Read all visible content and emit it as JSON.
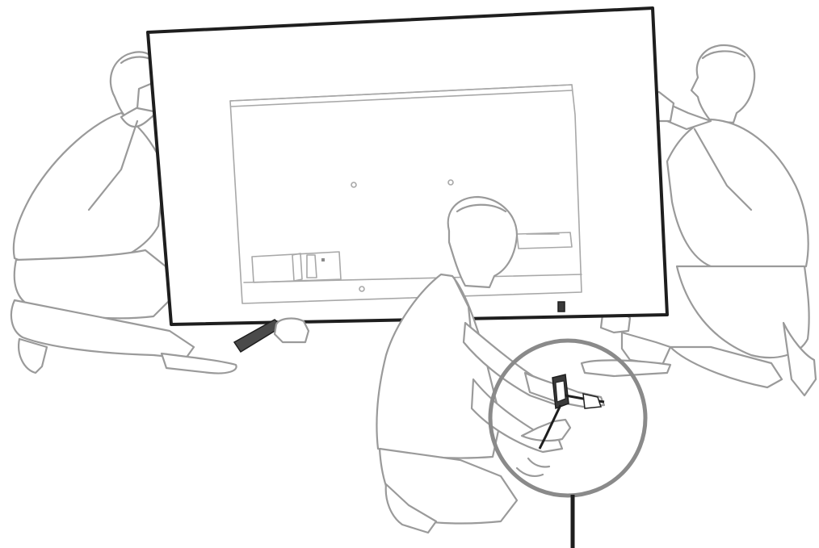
{
  "figure": {
    "colors": {
      "tv_outline": "#1e1e1e",
      "figure_lines": "#9a9a9a",
      "background": "#ffffff"
    },
    "icons": [
      "tv-back-panel",
      "person-left-holding-tv",
      "person-right-holding-tv",
      "person-center-connecting-cable",
      "zoom-callout-circle",
      "power-cable-plug-icon"
    ]
  }
}
